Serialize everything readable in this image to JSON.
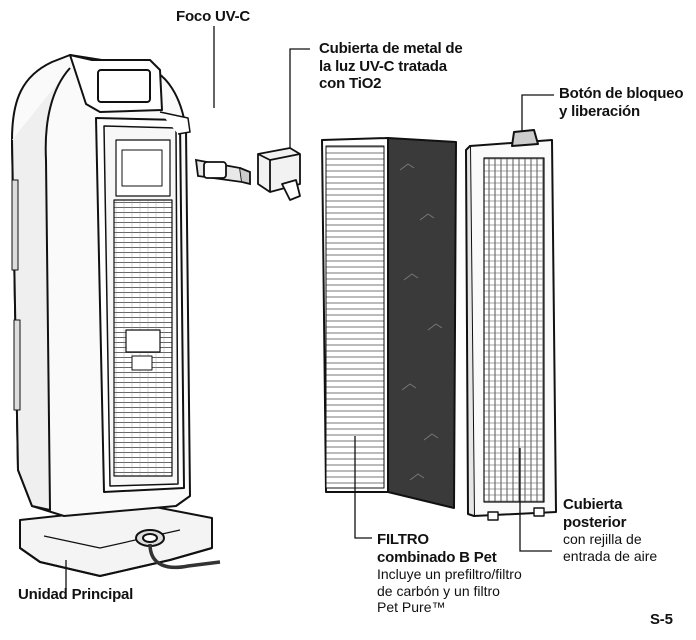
{
  "labels": {
    "foco": "Foco UV-C",
    "cubierta_metal": [
      "Cubierta de metal de",
      "la luz UV-C tratada",
      "con TiO2"
    ],
    "boton": [
      "Botón de bloqueo",
      "y liberación"
    ],
    "cubierta_posterior": {
      "title": [
        "Cubierta",
        "posterior"
      ],
      "detail": [
        "con rejilla de",
        "entrada de aire"
      ]
    },
    "filtro": {
      "title": [
        "FILTRO",
        "combinado B Pet"
      ],
      "detail": [
        "Incluye un prefiltro/filtro",
        "de carbón y un filtro",
        "Pet Pure™"
      ]
    },
    "unidad": "Unidad Principal"
  },
  "page_number": "S-5"
}
